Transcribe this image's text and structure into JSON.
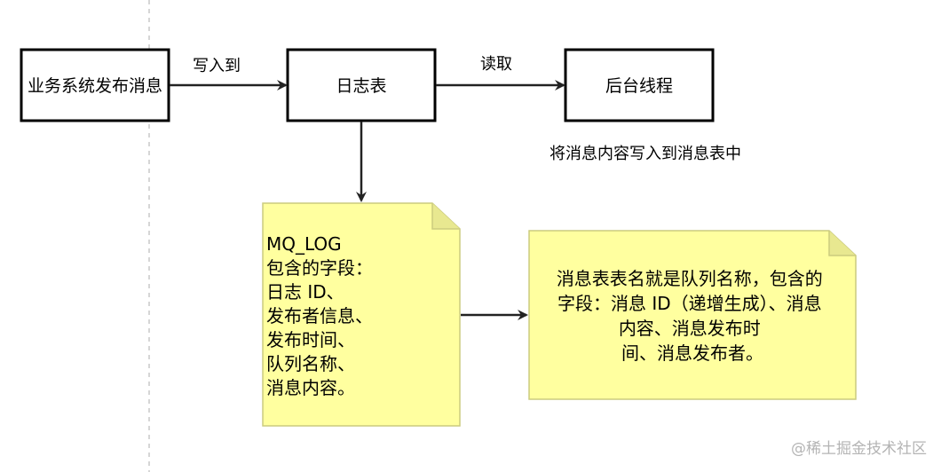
{
  "nodes": {
    "publisher": {
      "label": "业务系统发布消息"
    },
    "log_table": {
      "label": "日志表"
    },
    "worker": {
      "label": "后台线程"
    }
  },
  "edges": {
    "publish": {
      "label": "写入到"
    },
    "read": {
      "label": "读取"
    }
  },
  "annotation": {
    "text": "将消息内容写入到消息表中"
  },
  "notes": {
    "mq_log": {
      "lines": [
        "MQ_LOG",
        "包含的字段：",
        "日志 ID、",
        "发布者信息、",
        "发布时间、",
        "队列名称、",
        "消息内容。"
      ]
    },
    "message_table": {
      "lines": [
        "消息表表名就是队列名称，包含的",
        "字段：消息 ID（递增生成）、消息",
        "内容、消息发布时",
        "间、消息发布者。"
      ]
    }
  },
  "watermark": {
    "text": "@稀土掘金技术社区"
  },
  "colors": {
    "note_fill": "#ffff9f",
    "note_stroke": "#cccc7f",
    "box_stroke": "#000000",
    "arrow": "#222222",
    "divider": "#c8c8c8"
  }
}
